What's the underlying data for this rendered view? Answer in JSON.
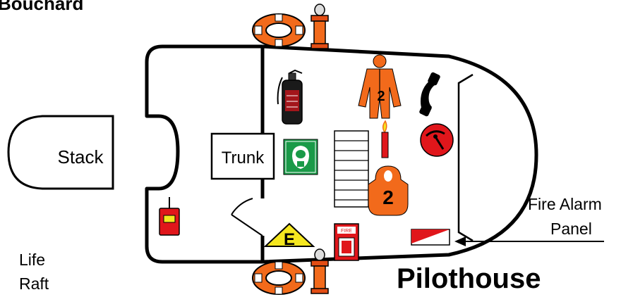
{
  "title": "Bouchard",
  "labels": {
    "stack": "Stack",
    "trunk": "Trunk",
    "life_raft_line1": "Life",
    "life_raft_line2": "Raft",
    "fire_alarm_panel_line1": "Fire Alarm",
    "fire_alarm_panel_line2": "Panel",
    "pilothouse": "Pilothouse"
  },
  "equipment": {
    "immersion_suit_count": "2",
    "life_jacket_count": "2",
    "emergency_sign_letter": "E",
    "fire_box_label": "FIRE"
  },
  "colors": {
    "orange": "#f26a1b",
    "red": "#e0161b",
    "green": "#1a9a48",
    "yellow": "#f5e71f",
    "line": "#000000"
  },
  "icons": [
    "life-ring-icon",
    "fire-hydrant-icon",
    "fire-extinguisher-icon",
    "immersion-suit-icon",
    "telephone-icon",
    "stairs-icon",
    "flare-icon",
    "fire-alarm-pull-icon",
    "scba-mask-icon",
    "life-jacket-icon",
    "epirb-icon",
    "emergency-sign-icon",
    "fire-alarm-box-icon",
    "fire-alarm-panel-icon"
  ]
}
